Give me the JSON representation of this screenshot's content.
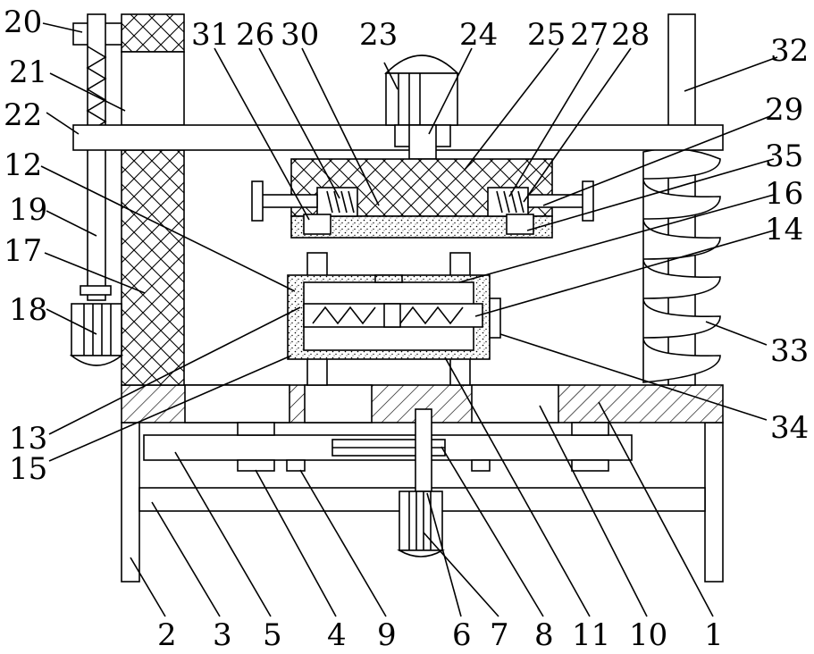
{
  "labels": {
    "20": "20",
    "21": "21",
    "22": "22",
    "12": "12",
    "19": "19",
    "17": "17",
    "18": "18",
    "13": "13",
    "15": "15",
    "31": "31",
    "26": "26",
    "30": "30",
    "23": "23",
    "24": "24",
    "25": "25",
    "27": "27",
    "28": "28",
    "32": "32",
    "29": "29",
    "35": "35",
    "16": "16",
    "14": "14",
    "33": "33",
    "34": "34",
    "2": "2",
    "3": "3",
    "5": "5",
    "4": "4",
    "9": "9",
    "6": "6",
    "7": "7",
    "8": "8",
    "11": "11",
    "10": "10",
    "1": "1"
  }
}
